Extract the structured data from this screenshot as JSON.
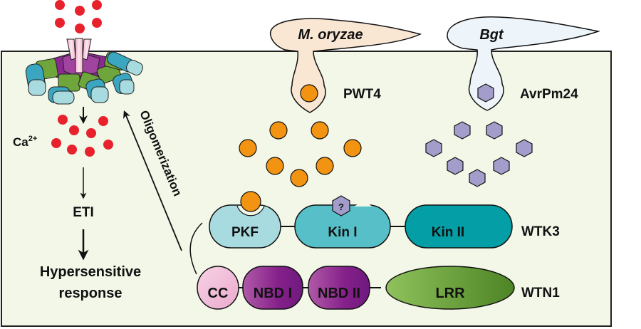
{
  "colors": {
    "cell_bg": "#f3f7e8",
    "calcium": "#e8222c",
    "pwt4": "#f29411",
    "avrpm24": "#a39dcc",
    "moryzae_fill": "#f9e6d3",
    "bgt_fill": "#eef5fa",
    "pkf": "#a8dbe0",
    "kin1": "#56bfc7",
    "kin2": "#039ea6",
    "cc": "#f3bdd9",
    "nbd": "#8a2a90",
    "lrr": "#6ea63c"
  },
  "pathogens": [
    {
      "name": "M. oryzae",
      "effector": "PWT4",
      "effector_shape": "circle"
    },
    {
      "name": "Bgt",
      "effector": "AvrPm24",
      "effector_shape": "hexagon"
    }
  ],
  "left_pathway": {
    "ion_label": "Ca",
    "ion_superscript": "2+",
    "step1": "ETI",
    "step2_line1": "Hypersensitive",
    "step2_line2": "response",
    "oligomer_arrow_label": "Oligomerization"
  },
  "wtk3": {
    "name": "WTK3",
    "domains": [
      {
        "label": "PKF"
      },
      {
        "label": "Kin I",
        "binding_mark": "?"
      },
      {
        "label": "Kin II"
      }
    ]
  },
  "wtn1": {
    "name": "WTN1",
    "domains": [
      {
        "label": "CC"
      },
      {
        "label": "NBD I"
      },
      {
        "label": "NBD II"
      },
      {
        "label": "LRR"
      }
    ]
  }
}
